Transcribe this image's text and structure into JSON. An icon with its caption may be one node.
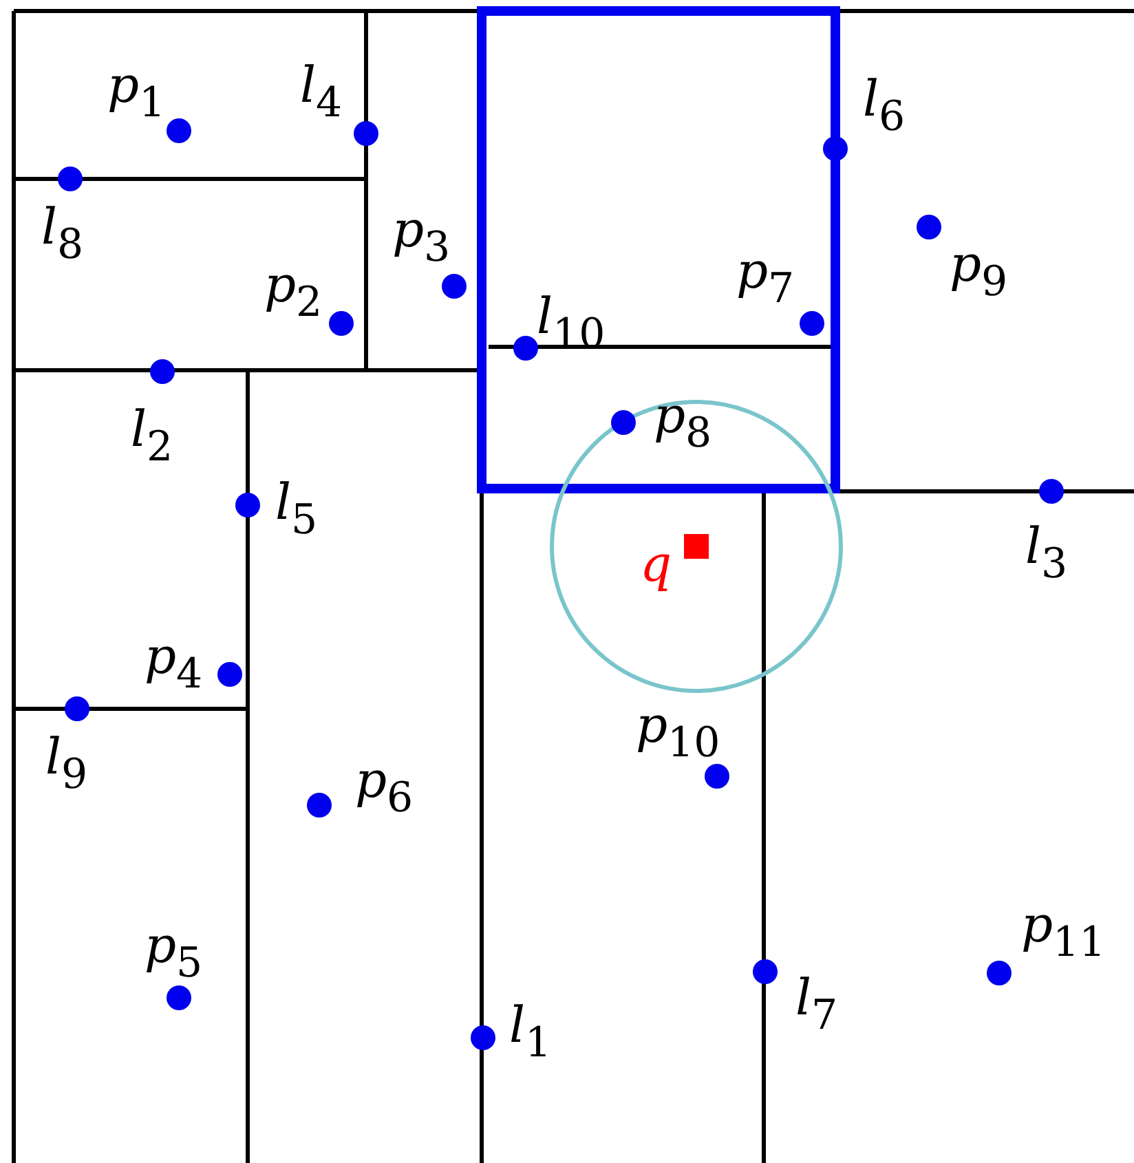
{
  "diagram": {
    "labels": [
      "p$_{1}$",
      "l$_{4}$",
      "l$_{6}$",
      "p$_{3}$",
      "l$_{8}$",
      "p$_{9}$",
      "p$_{7}$",
      "p$_{2}$",
      "l$_{10}$",
      "p$_{8}$",
      "l$_{2}$",
      "l$_{5}$",
      "l$_{3}$",
      "q",
      "p$_{4}$",
      "p$_{10}$",
      "l$_{9}$",
      "p$_{6}$",
      "p$_{11}$",
      "p$_{5}$",
      "l$_{7}$",
      "l$_{1}$"
    ]
  }
}
